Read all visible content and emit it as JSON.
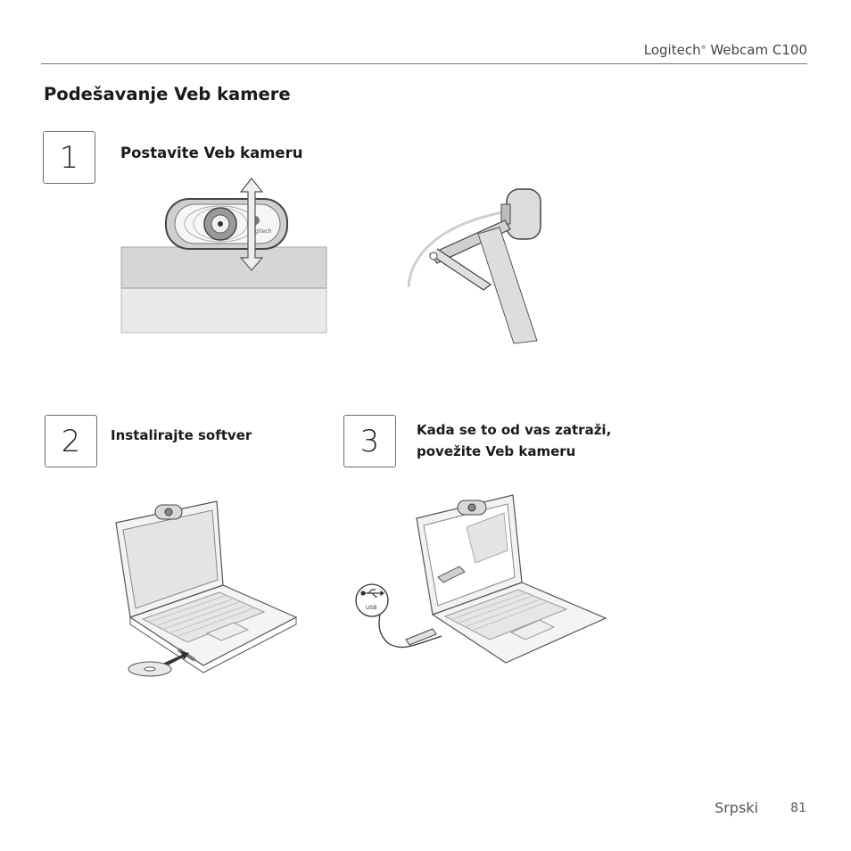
{
  "header": {
    "brand": "Logitech",
    "trademark": "®",
    "product": "Webcam C100"
  },
  "page_title": "Podešavanje Veb kamere",
  "steps": [
    {
      "number": "1",
      "heading": "Postavite Veb kameru"
    },
    {
      "number": "2",
      "heading": "Instalirajte softver"
    },
    {
      "number": "3",
      "heading_line1": "Kada se to od vas zatraži,",
      "heading_line2": "povežite Veb kameru"
    }
  ],
  "illustrations": {
    "webcam_logo": "Logitech",
    "usb_label": "USB",
    "icons": [
      "webcam-on-monitor",
      "webcam-clip-side-view",
      "laptop-with-cd",
      "laptop-with-usb-cable",
      "usb-symbol-icon"
    ]
  },
  "footer": {
    "language": "Srpski",
    "page_number": "81"
  }
}
